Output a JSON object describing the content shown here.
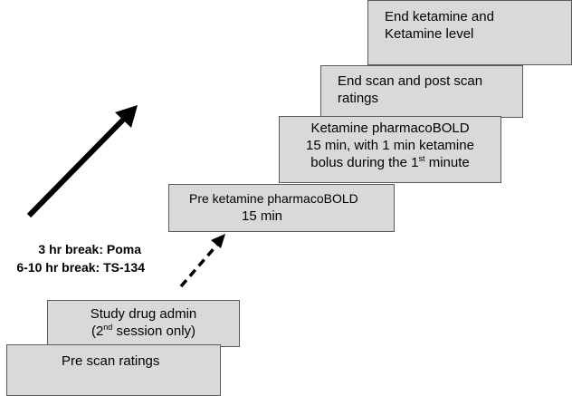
{
  "steps": {
    "end_ketamine": {
      "line1": "End ketamine and",
      "line2": "Ketamine level"
    },
    "end_scan": {
      "line1": "End scan and post scan",
      "line2": "ratings"
    },
    "ketamine_pharmacobold": {
      "line1": "Ketamine pharmacoBOLD",
      "line2": "15 min, with 1 min ketamine",
      "line3_pre": "bolus during the 1",
      "line3_sup": "st",
      "line3_post": " minute"
    },
    "pre_ketamine": {
      "line1": "Pre ketamine pharmacoBOLD",
      "line2": "15 min"
    },
    "study_drug": {
      "line1": "Study drug admin",
      "line2_pre": "(2",
      "line2_sup": "nd",
      "line2_post": " session only)"
    },
    "pre_scan": {
      "line1": "Pre scan ratings"
    }
  },
  "breaks": {
    "line1": "3 hr break: Poma",
    "line2": "6-10 hr break: TS-134"
  },
  "colors": {
    "box_fill": "#d9d9d9",
    "box_border": "#5a5a5a",
    "arrow": "#000000"
  }
}
